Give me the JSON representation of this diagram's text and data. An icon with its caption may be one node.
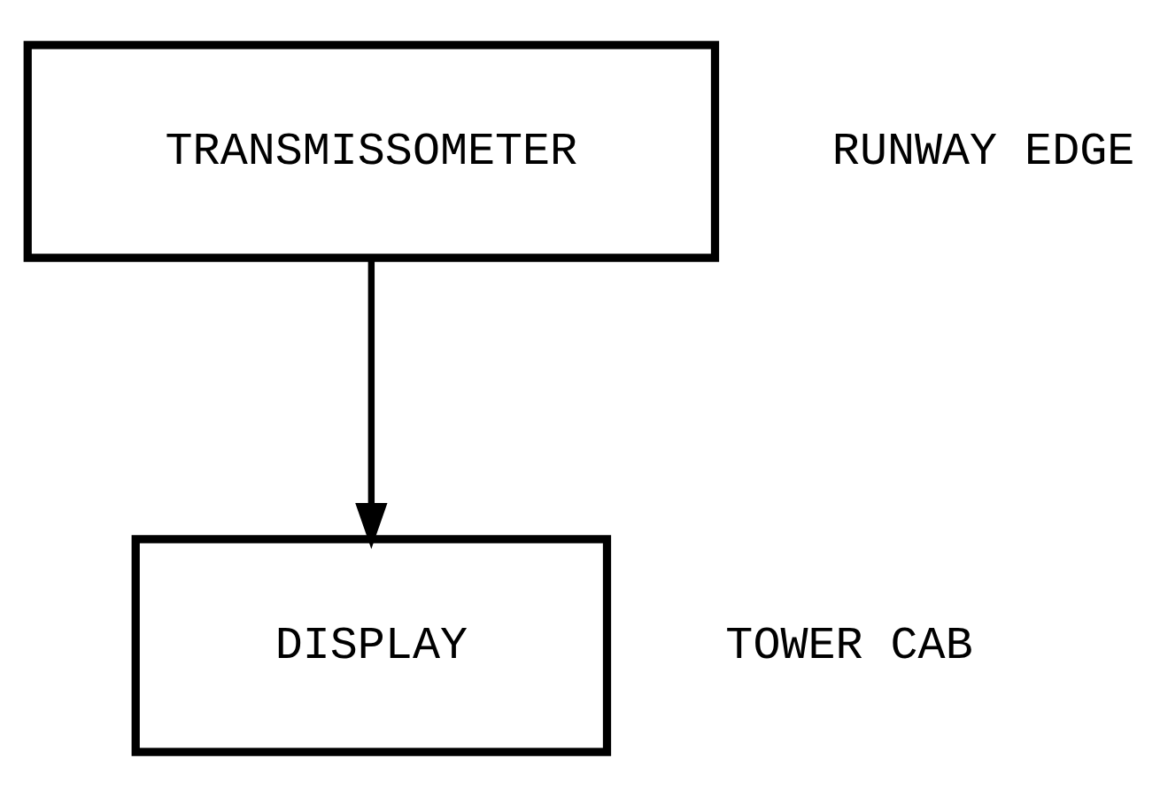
{
  "diagram": {
    "nodes": [
      {
        "text": [
          "TRANSMISSOMETER"
        ],
        "beside": [
          "RUNWAY EDGE"
        ]
      },
      {
        "text": [
          "DISPLAY"
        ],
        "beside": [
          "TOWER CAB"
        ]
      }
    ],
    "edges": [
      {
        "from": 0,
        "to": 1,
        "arrow": "to"
      }
    ]
  }
}
